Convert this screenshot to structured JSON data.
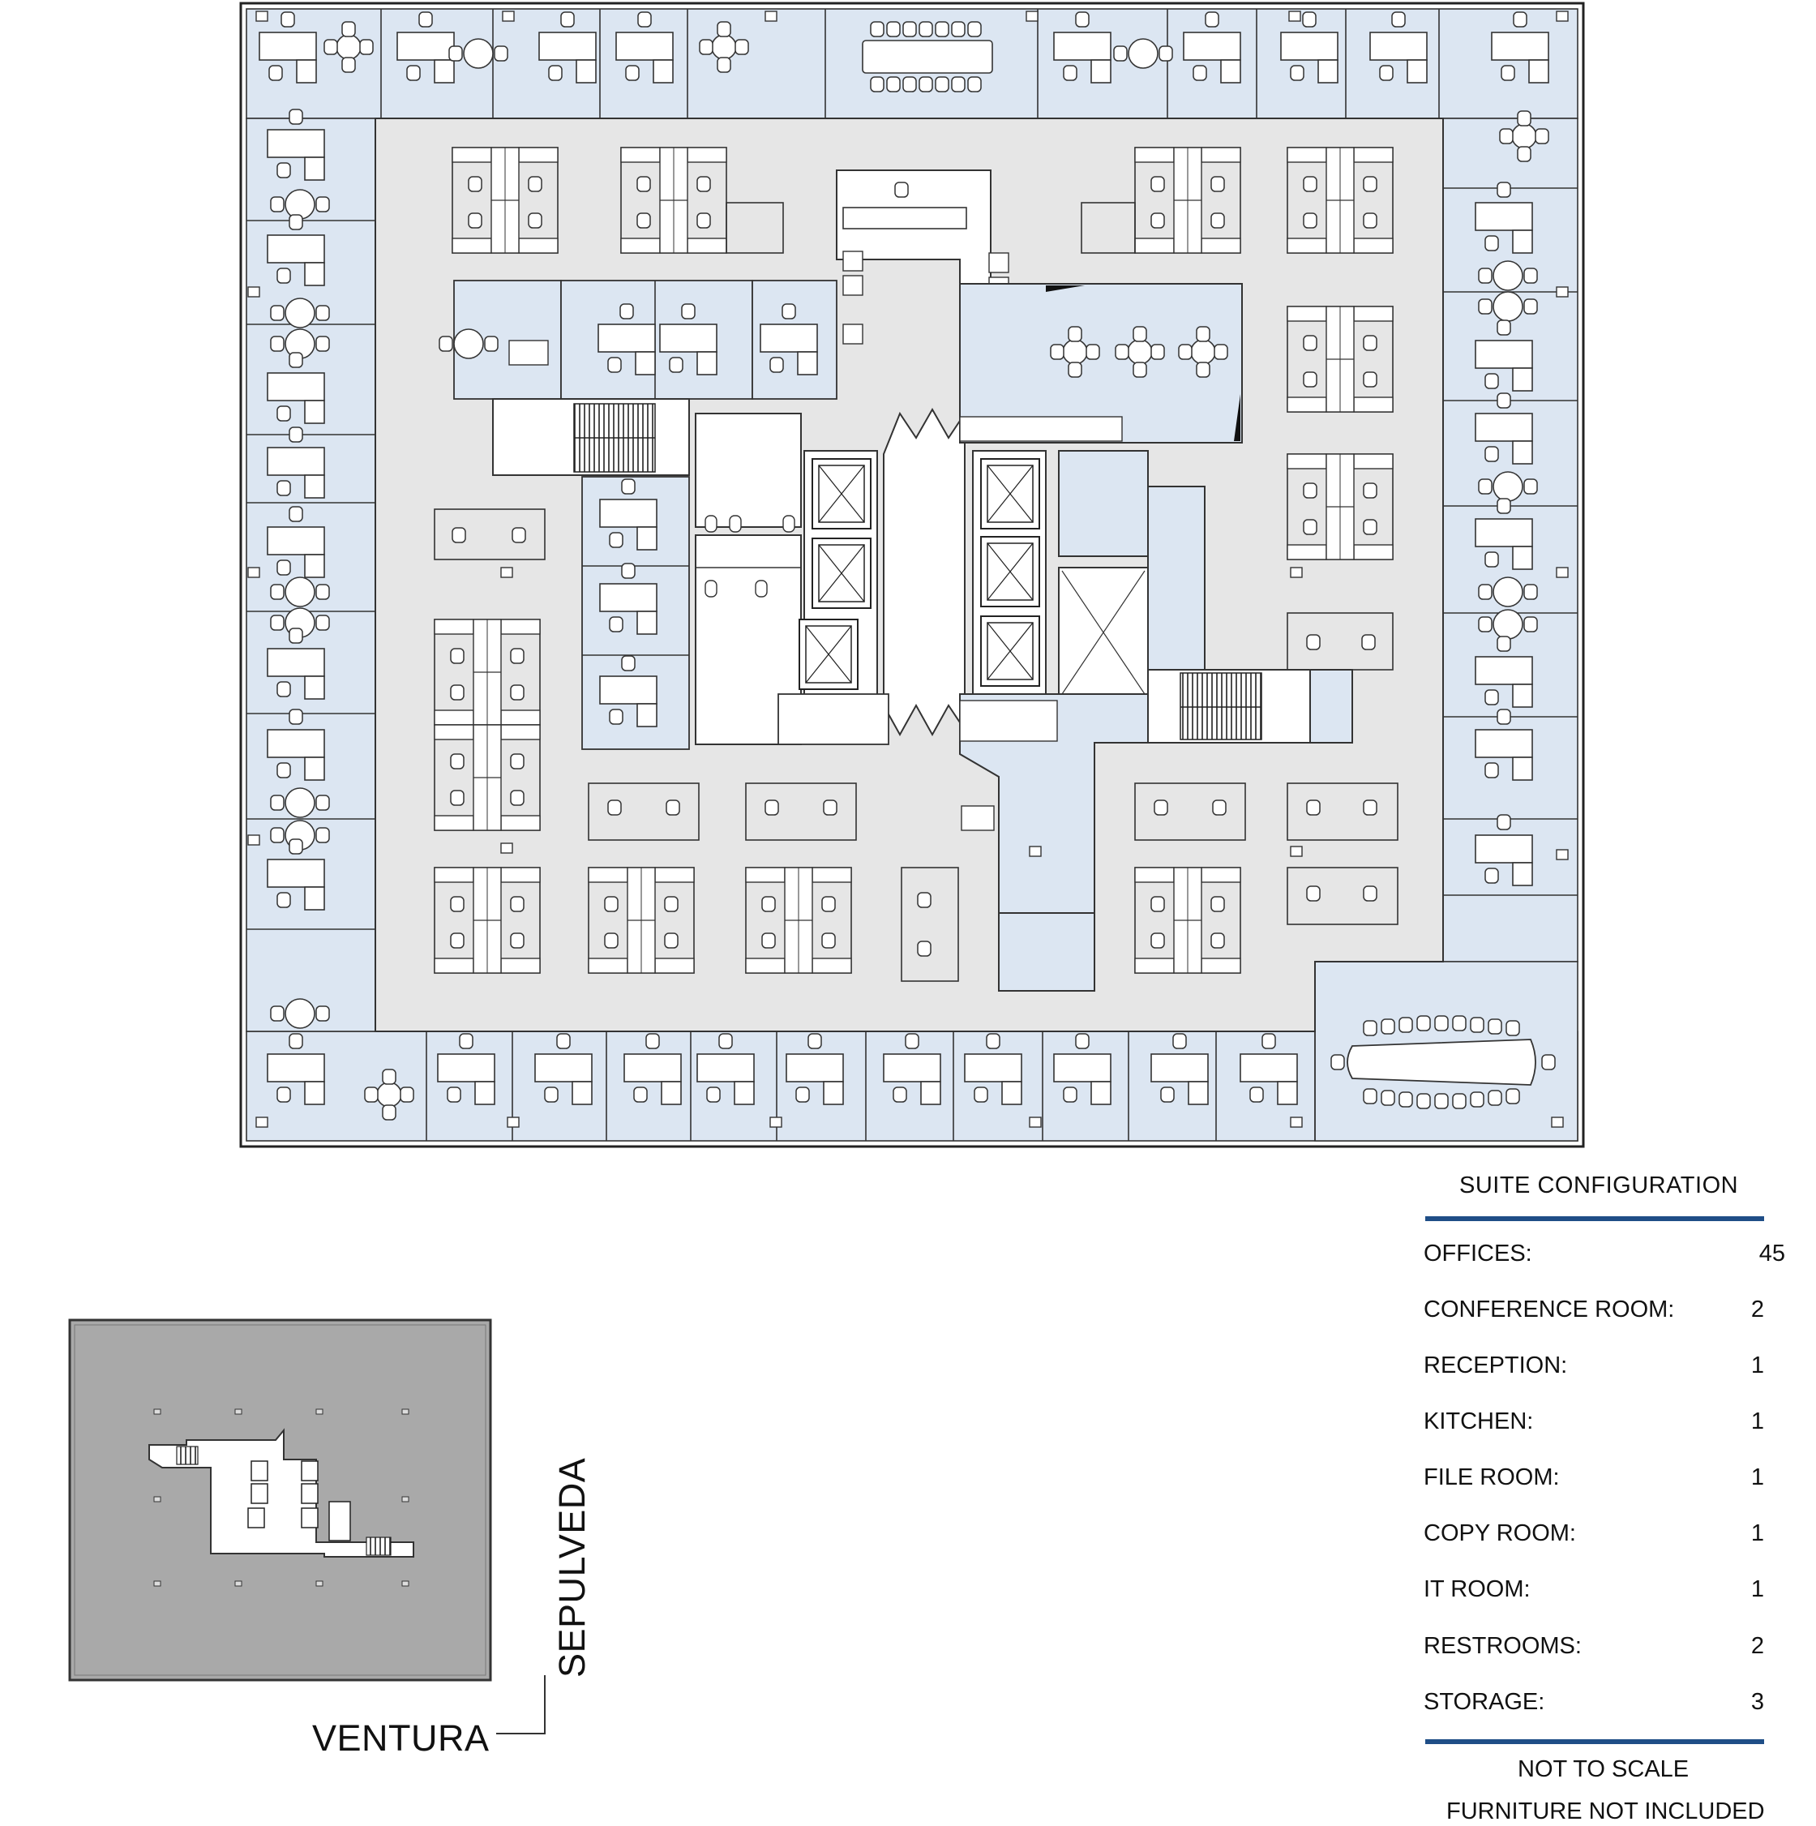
{
  "suite": {
    "title": "SUITE CONFIGURATION",
    "rows": [
      {
        "label": "OFFICES:",
        "value": "45"
      },
      {
        "label": "CONFERENCE ROOM:",
        "value": "2"
      },
      {
        "label": "RECEPTION:",
        "value": "1"
      },
      {
        "label": "KITCHEN:",
        "value": "1"
      },
      {
        "label": "FILE ROOM:",
        "value": "1"
      },
      {
        "label": "COPY ROOM:",
        "value": "1"
      },
      {
        "label": "IT ROOM:",
        "value": "1"
      },
      {
        "label": "RESTROOMS:",
        "value": "2"
      },
      {
        "label": "STORAGE:",
        "value": "3"
      }
    ],
    "note_scale": "NOT TO SCALE",
    "note_furniture": "FURNITURE NOT INCLUDED"
  },
  "streets": {
    "horizontal": "VENTURA",
    "vertical": "SEPULVEDA"
  },
  "colors": {
    "office_fill": "#dce6f2",
    "corridor_fill": "#e6e6e6",
    "line": "#2a2a2a",
    "accent_rule": "#1f4e87",
    "keymap_fill": "#a9a9a9"
  }
}
